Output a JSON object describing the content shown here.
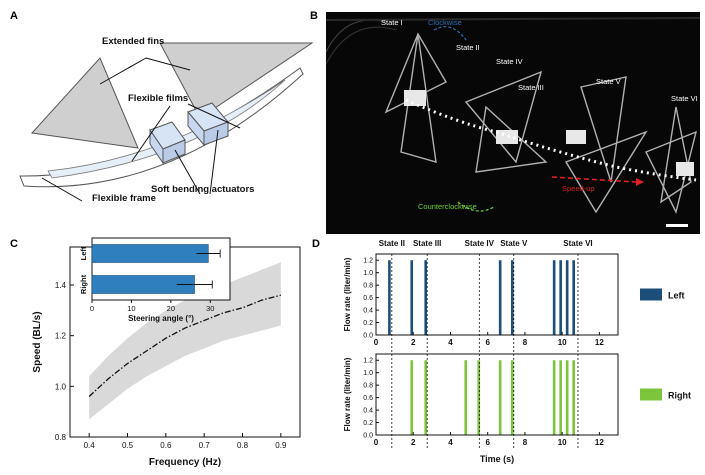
{
  "panels": {
    "a": {
      "letter": "A",
      "labels": {
        "extended_fins": "Extended fins",
        "flexible_films": "Flexible films",
        "soft_bending_actuators": "Soft bending actuators",
        "flexible_frame": "Flexible frame"
      }
    },
    "b": {
      "letter": "B",
      "labels": {
        "state1": "State I",
        "state2": "State II",
        "state3": "State III",
        "state4": "State IV",
        "state5": "State V",
        "state6": "State VI",
        "clockwise": "Clockwise",
        "counterclockwise": "Counterclockwise",
        "speedup": "Speed-up"
      },
      "colors": {
        "clockwise": "#2d6fb5",
        "counterclockwise": "#6dd23a",
        "speedup": "#e02020"
      }
    },
    "c": {
      "letter": "C"
    },
    "d": {
      "letter": "D"
    }
  },
  "chart_data": [
    {
      "id": "speed-vs-frequency",
      "type": "line",
      "xlabel": "Frequency (Hz)",
      "ylabel": "Speed (BL/s)",
      "xlim": [
        0.35,
        0.95
      ],
      "ylim": [
        0.8,
        1.55
      ],
      "xticks": [
        0.4,
        0.5,
        0.6,
        0.7,
        0.8,
        0.9
      ],
      "yticks": [
        0.8,
        1.0,
        1.2,
        1.4
      ],
      "x": [
        0.4,
        0.45,
        0.5,
        0.55,
        0.6,
        0.65,
        0.7,
        0.75,
        0.8,
        0.85,
        0.9
      ],
      "y": [
        0.96,
        1.03,
        1.09,
        1.14,
        1.19,
        1.23,
        1.26,
        1.29,
        1.31,
        1.34,
        1.36
      ],
      "band_upper": [
        1.04,
        1.12,
        1.19,
        1.25,
        1.3,
        1.34,
        1.37,
        1.4,
        1.43,
        1.46,
        1.49
      ],
      "band_lower": [
        0.87,
        0.93,
        0.99,
        1.04,
        1.08,
        1.12,
        1.15,
        1.18,
        1.2,
        1.22,
        1.24
      ],
      "line_color": "#111111",
      "band_color": "#d9d9d9"
    },
    {
      "id": "steering-angle-inset",
      "type": "bar",
      "orientation": "horizontal",
      "categories": [
        "Left",
        "Right"
      ],
      "values": [
        29.5,
        26
      ],
      "errors": [
        3,
        4.5
      ],
      "xlabel": "Steering angle (°)",
      "xlim": [
        0,
        35
      ],
      "xticks": [
        0,
        10,
        20,
        30
      ],
      "bar_color": "#2f7fbf"
    },
    {
      "id": "flow-rate-left",
      "type": "bar",
      "ylabel": "Flow rate (liter/min)",
      "xlim": [
        0,
        13
      ],
      "ylim": [
        0,
        1.3
      ],
      "xticks": [
        0,
        2,
        4,
        6,
        8,
        10,
        12
      ],
      "yticks": [
        0,
        0.2,
        0.4,
        0.6,
        0.8,
        1.0,
        1.2
      ],
      "pulse_height": 1.2,
      "pulse_starts": [
        0.65,
        1.85,
        2.6,
        6.6,
        7.25,
        9.5,
        9.85,
        10.2,
        10.55
      ],
      "pulse_width": 0.14,
      "legend": "Left",
      "color": "#1b4f7a"
    },
    {
      "id": "flow-rate-right",
      "type": "bar",
      "ylabel": "Flow rate (liter/min)",
      "xlabel": "Time (s)",
      "xlim": [
        0,
        13
      ],
      "ylim": [
        0,
        1.3
      ],
      "xticks": [
        0,
        2,
        4,
        6,
        8,
        10,
        12
      ],
      "yticks": [
        0,
        0.2,
        0.4,
        0.6,
        0.8,
        1.0,
        1.2
      ],
      "pulse_height": 1.2,
      "pulse_starts": [
        1.85,
        2.6,
        4.75,
        5.45,
        6.6,
        7.25,
        9.5,
        9.85,
        10.2,
        10.55
      ],
      "pulse_width": 0.14,
      "legend": "Right",
      "color": "#7cc43a"
    }
  ],
  "state_markers": {
    "labels": [
      "State II",
      "State III",
      "State IV",
      "State V",
      "State VI"
    ],
    "times": [
      0.85,
      2.75,
      5.55,
      7.4,
      10.85
    ]
  }
}
